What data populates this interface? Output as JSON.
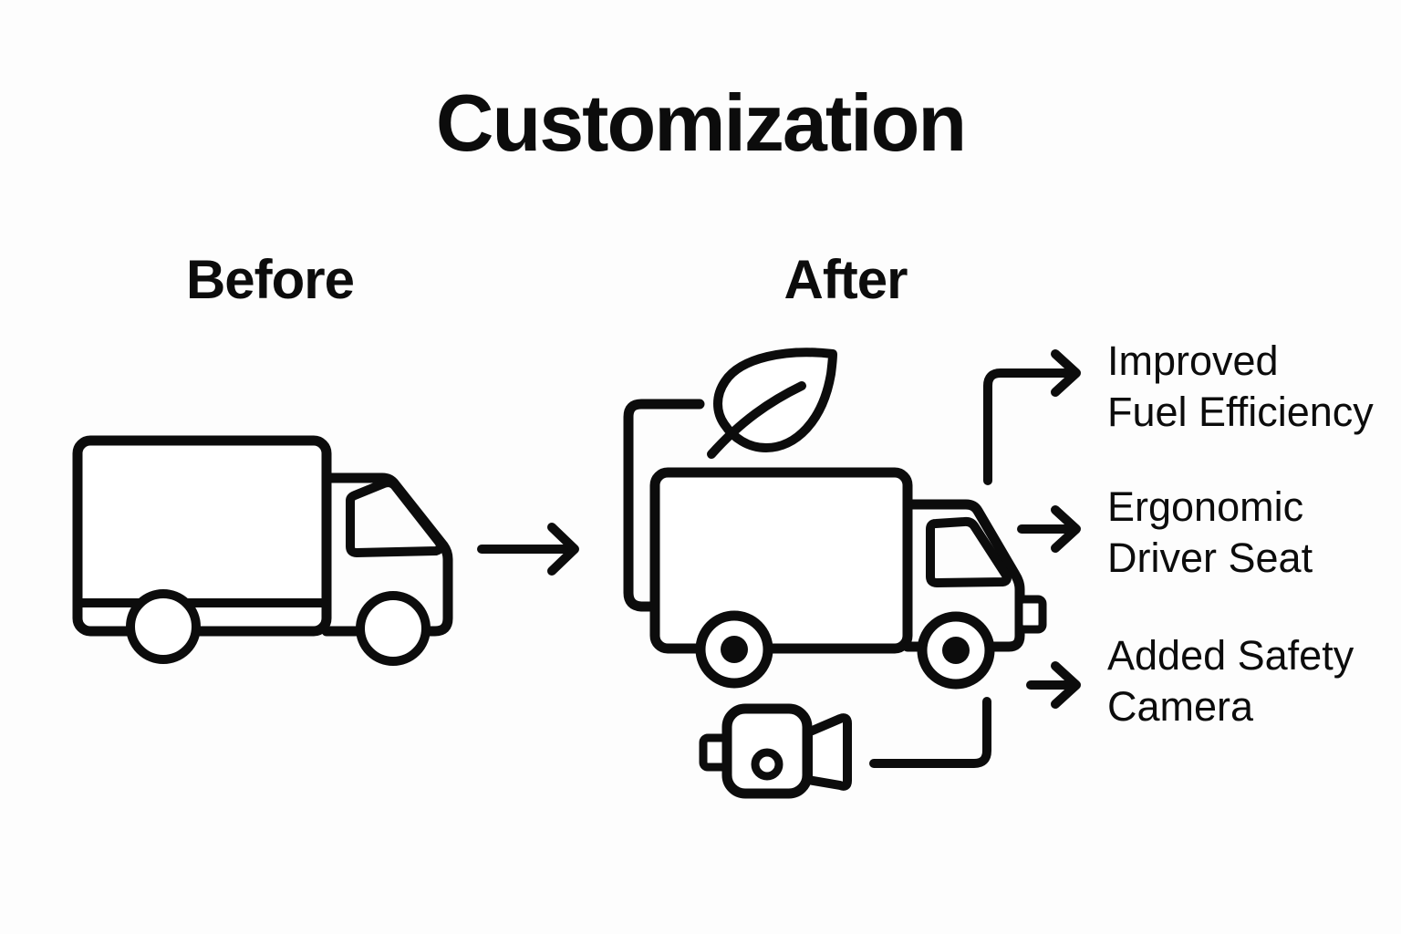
{
  "title": "Customization",
  "sections": {
    "before_label": "Before",
    "after_label": "After"
  },
  "benefits": [
    {
      "line1": "Improved",
      "line2": "Fuel Efficiency"
    },
    {
      "line1": "Ergonomic",
      "line2": "Driver Seat"
    },
    {
      "line1": "Added Safety",
      "line2": "Camera"
    }
  ],
  "icons": [
    "before-truck-icon",
    "right-arrow-icon",
    "after-truck-icon",
    "leaf-icon",
    "front-camera-icon",
    "video-camera-icon"
  ],
  "colors": {
    "ink": "#0c0c0c",
    "background": "#fdfdfd"
  }
}
